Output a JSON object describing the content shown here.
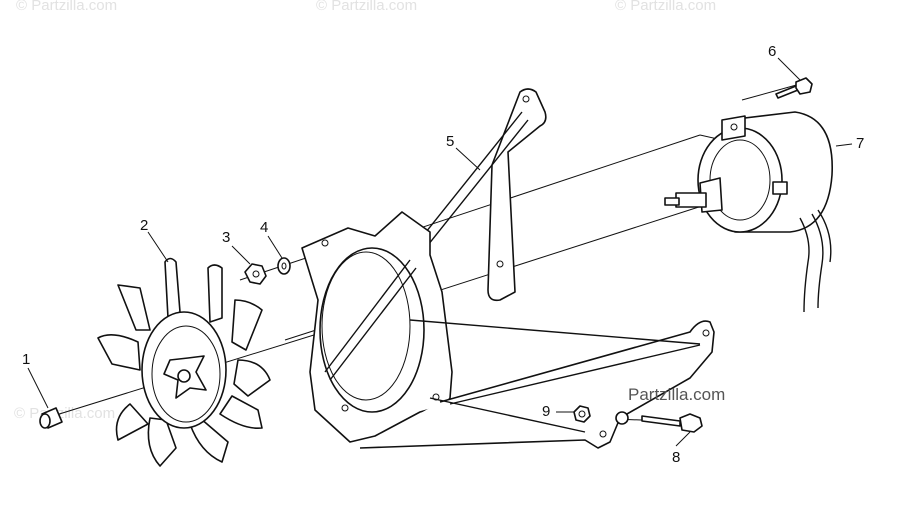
{
  "watermark": "© Partzilla.com",
  "brand_mark": "Partzilla.com",
  "callouts": [
    "1",
    "2",
    "3",
    "4",
    "5",
    "6",
    "7",
    "8",
    "9"
  ]
}
